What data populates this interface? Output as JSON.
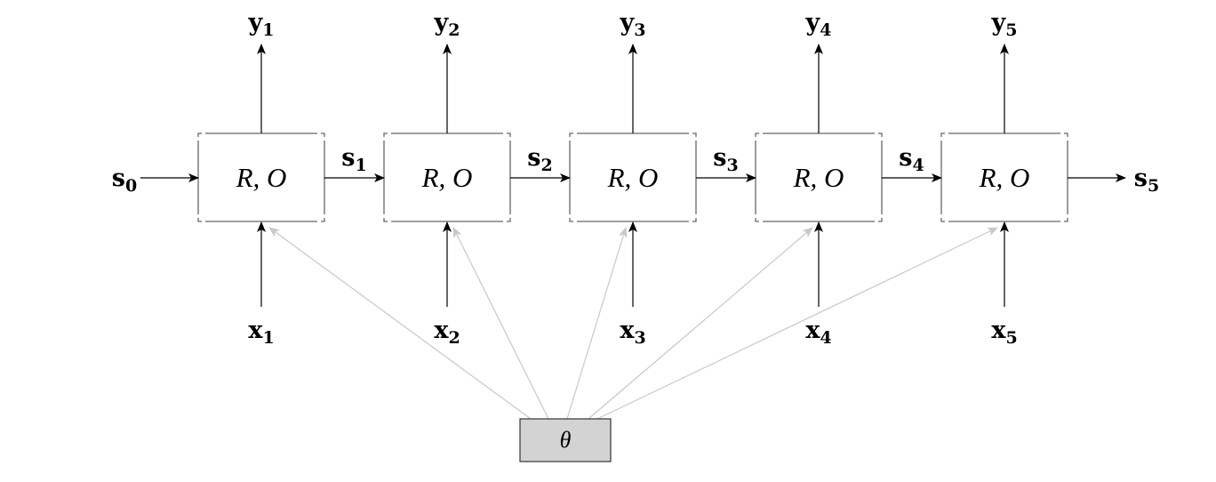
{
  "diagram": {
    "type": "unrolled recurrent neural network",
    "cell_label": "R, O",
    "cells": [
      {
        "index": 1,
        "input": {
          "base": "x",
          "sub": "1"
        },
        "output": {
          "base": "y",
          "sub": "1"
        }
      },
      {
        "index": 2,
        "input": {
          "base": "x",
          "sub": "2"
        },
        "output": {
          "base": "y",
          "sub": "2"
        }
      },
      {
        "index": 3,
        "input": {
          "base": "x",
          "sub": "3"
        },
        "output": {
          "base": "y",
          "sub": "3"
        }
      },
      {
        "index": 4,
        "input": {
          "base": "x",
          "sub": "4"
        },
        "output": {
          "base": "y",
          "sub": "4"
        }
      },
      {
        "index": 5,
        "input": {
          "base": "x",
          "sub": "5"
        },
        "output": {
          "base": "y",
          "sub": "5"
        }
      }
    ],
    "states": [
      {
        "base": "s",
        "sub": "0"
      },
      {
        "base": "s",
        "sub": "1"
      },
      {
        "base": "s",
        "sub": "2"
      },
      {
        "base": "s",
        "sub": "3"
      },
      {
        "base": "s",
        "sub": "4"
      },
      {
        "base": "s",
        "sub": "5"
      }
    ],
    "parameters": {
      "label": "θ",
      "fill_color": "#d3d3d3",
      "connects_to": [
        1,
        2,
        3,
        4,
        5
      ]
    },
    "colors": {
      "arrow": "#000000",
      "box_border": "#666666",
      "shared_param_arrow": "#c8c8c8"
    }
  }
}
